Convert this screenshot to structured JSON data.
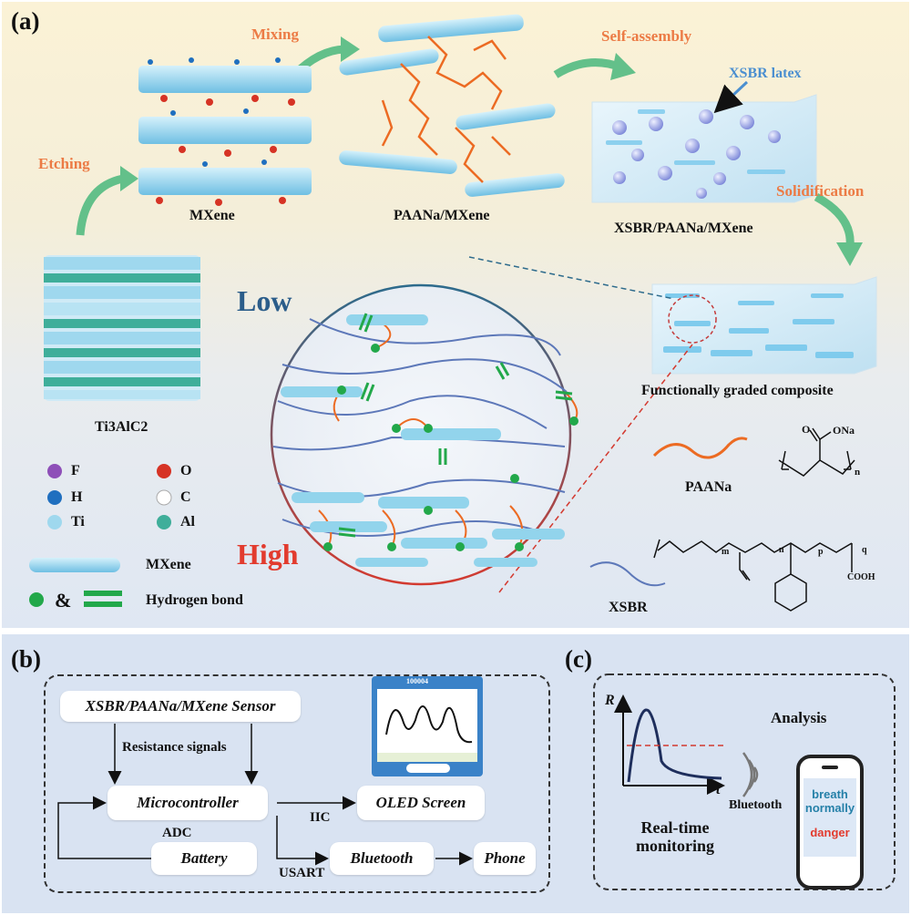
{
  "panel_a": {
    "label": "(a)",
    "steps": {
      "etching": "Etching",
      "mixing": "Mixing",
      "self_assembly": "Self-assembly",
      "solidification": "Solidification"
    },
    "captions": {
      "mxene": "MXene",
      "paana_mxene": "PAANa/MXene",
      "xsbr_paana_mxene": "XSBR/PAANa/MXene",
      "precursor": "Ti3AlC2",
      "graded": "Functionally graded composite",
      "xsbr_latex": "XSBR latex"
    },
    "gradient": {
      "low": "Low",
      "high": "High"
    },
    "legend": {
      "atoms": [
        {
          "symbol": "F",
          "color": "#8e4fb8"
        },
        {
          "symbol": "O",
          "color": "#d63325"
        },
        {
          "symbol": "H",
          "color": "#1f6fbf"
        },
        {
          "symbol": "C",
          "color": "#ffffff"
        },
        {
          "symbol": "Ti",
          "color": "#9fd8ee"
        },
        {
          "symbol": "Al",
          "color": "#3fae9a"
        }
      ],
      "mxene_label": "MXene",
      "ampersand": "&",
      "hbond_label": "Hydrogen bond"
    },
    "molecules": {
      "paana_label": "PAANa",
      "xsbr_label": "XSBR",
      "paana_formula": {
        "o": "O",
        "ona": "ONa",
        "n": "n"
      },
      "xsbr_formula": {
        "m": "m",
        "n": "n",
        "p": "p",
        "q": "q",
        "cooh": "COOH"
      }
    },
    "colors": {
      "paana": "#ec6b23",
      "xsbr": "#5d78b9",
      "hbond": "#22a84a",
      "low": "#2b5d8a",
      "high": "#e23b2e",
      "step": "#ec7b45"
    }
  },
  "panel_b": {
    "label": "(b)",
    "sensor": "XSBR/PAANa/MXene Sensor",
    "signals": "Resistance signals",
    "mcu": "Microcontroller",
    "adc": "ADC",
    "battery": "Battery",
    "iic": "IIC",
    "usart": "USART",
    "oled": "OLED Screen",
    "bluetooth": "Bluetooth",
    "phone": "Phone",
    "oled_header": "100004"
  },
  "panel_c": {
    "label": "(c)",
    "r_axis": "R",
    "t_axis": "t",
    "monitoring": [
      "Real-time",
      "monitoring"
    ],
    "bluetooth": "Bluetooth",
    "analysis": "Analysis",
    "breath": [
      "breath",
      "normally"
    ],
    "danger": "danger"
  }
}
